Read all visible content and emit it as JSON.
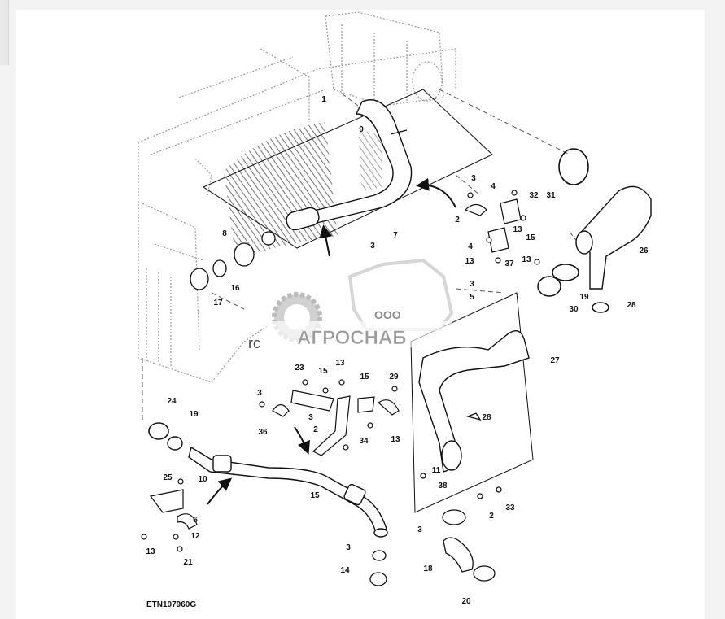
{
  "figure_id": "ETN107960G",
  "watermark": {
    "small": "ООО",
    "brand": "АГРОСНАБ"
  },
  "clipped_text": "rc",
  "callouts": [
    "1",
    "9",
    "7",
    "3",
    "4",
    "32",
    "2",
    "3",
    "31",
    "26",
    "8",
    "13",
    "15",
    "4",
    "13",
    "37",
    "13",
    "3",
    "5",
    "16",
    "17",
    "19",
    "30",
    "28",
    "27",
    "23",
    "15",
    "13",
    "15",
    "29",
    "3",
    "3",
    "36",
    "2",
    "34",
    "13",
    "28",
    "24",
    "19",
    "11",
    "38",
    "25",
    "10",
    "15",
    "6",
    "2",
    "33",
    "12",
    "3",
    "21",
    "13",
    "3",
    "18",
    "14",
    "20",
    "21"
  ]
}
